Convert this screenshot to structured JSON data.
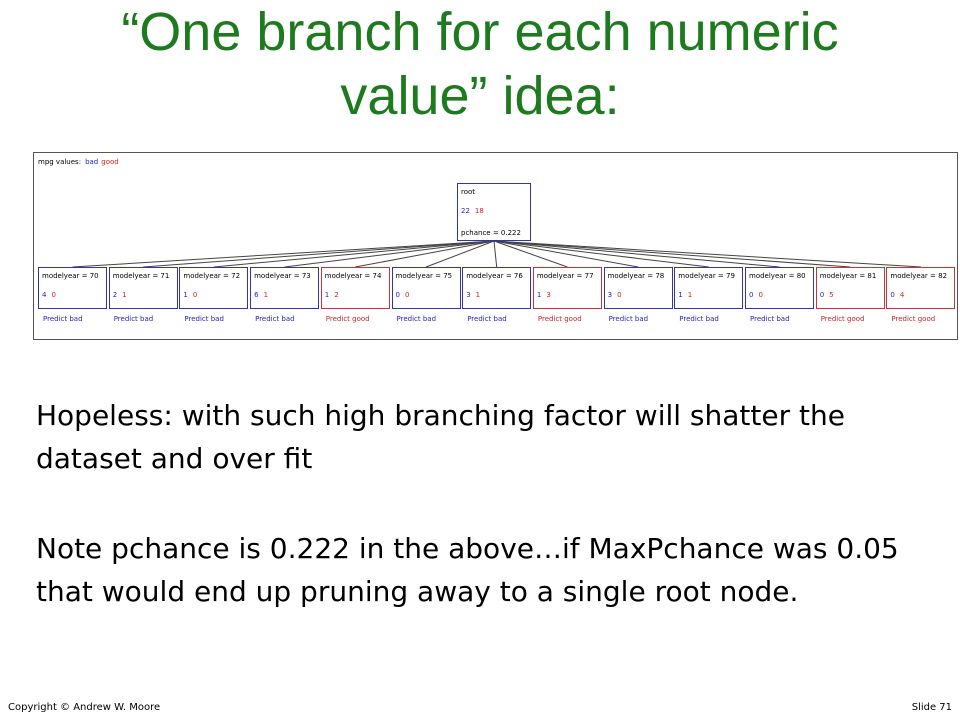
{
  "title_line1": "“One branch for each numeric",
  "title_line2": "value” idea:",
  "tree": {
    "legend": {
      "label": "mpg values:",
      "bad": "bad",
      "good": "good"
    },
    "root": {
      "name": "root",
      "bad": "22",
      "good": "18",
      "pchance": "pchance = 0.222"
    },
    "leaves": [
      {
        "name": "modelyear = 70",
        "bad": "4",
        "good": "0",
        "predict": "Predict bad",
        "cls": "bad"
      },
      {
        "name": "modelyear = 71",
        "bad": "2",
        "good": "1",
        "predict": "Predict bad",
        "cls": "bad"
      },
      {
        "name": "modelyear = 72",
        "bad": "1",
        "good": "0",
        "predict": "Predict bad",
        "cls": "bad"
      },
      {
        "name": "modelyear = 73",
        "bad": "6",
        "good": "1",
        "predict": "Predict bad",
        "cls": "bad"
      },
      {
        "name": "modelyear = 74",
        "bad": "1",
        "good": "2",
        "predict": "Predict good",
        "cls": "good"
      },
      {
        "name": "modelyear = 75",
        "bad": "0",
        "good": "0",
        "predict": "Predict bad",
        "cls": "bad"
      },
      {
        "name": "modelyear = 76",
        "bad": "3",
        "good": "1",
        "predict": "Predict bad",
        "cls": "bad"
      },
      {
        "name": "modelyear = 77",
        "bad": "1",
        "good": "3",
        "predict": "Predict good",
        "cls": "good"
      },
      {
        "name": "modelyear = 78",
        "bad": "3",
        "good": "0",
        "predict": "Predict bad",
        "cls": "bad"
      },
      {
        "name": "modelyear = 79",
        "bad": "1",
        "good": "1",
        "predict": "Predict bad",
        "cls": "bad"
      },
      {
        "name": "modelyear = 80",
        "bad": "0",
        "good": "0",
        "predict": "Predict bad",
        "cls": "bad"
      },
      {
        "name": "modelyear = 81",
        "bad": "0",
        "good": "5",
        "predict": "Predict good",
        "cls": "good"
      },
      {
        "name": "modelyear = 82",
        "bad": "0",
        "good": "4",
        "predict": "Predict good",
        "cls": "good"
      }
    ]
  },
  "paragraph1": "Hopeless: with such high branching factor will shatter the dataset and over fit",
  "paragraph2": "Note pchance is 0.222 in the above…if MaxPchance was 0.05 that would end up pruning away to a single root node.",
  "footer": {
    "left": "Copyright © Andrew W. Moore",
    "right": "Slide 71"
  },
  "colors": {
    "title": "#1e7a1e",
    "bad": "#2222cc",
    "good": "#cc2222"
  }
}
